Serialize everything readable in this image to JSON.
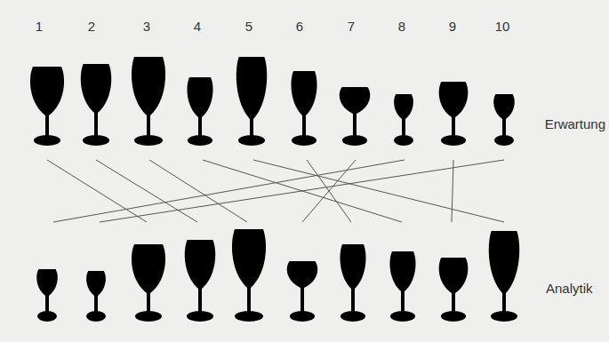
{
  "diagram": {
    "labels": [
      "1",
      "2",
      "3",
      "4",
      "5",
      "6",
      "7",
      "8",
      "9",
      "10",
      "Erwartung",
      "Analytik"
    ]
  }
}
